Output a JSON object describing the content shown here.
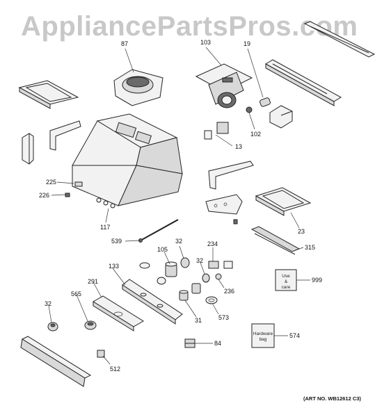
{
  "watermark": "AppliancePartsPros.com",
  "art_number": "(ART NO. WB12612 C3)",
  "hardware_bag_text": [
    "Hardware",
    "bag"
  ],
  "use_care_text": [
    "Use",
    "&",
    "care"
  ],
  "labels": {
    "p87": "87",
    "p103": "103",
    "p19": "19",
    "p102": "102",
    "p13": "13",
    "p225": "225",
    "p226": "226",
    "p117": "117",
    "p23": "23",
    "p539": "539",
    "p105": "105",
    "p32a": "32",
    "p234": "234",
    "p32b": "32",
    "p315": "315",
    "p133": "133",
    "p291": "291",
    "p999": "999",
    "p236": "236",
    "p565": "565",
    "p32c": "32",
    "p31": "31",
    "p573": "573",
    "p574": "574",
    "p84": "84",
    "p512": "512"
  }
}
